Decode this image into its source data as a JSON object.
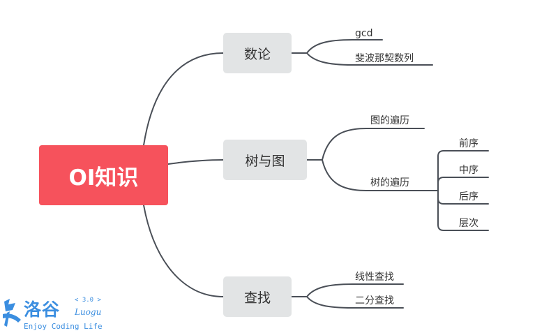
{
  "root": {
    "label": "OI知识"
  },
  "topics": [
    {
      "label": "数论",
      "children": [
        "gcd",
        "斐波那契数列"
      ]
    },
    {
      "label": "树与图",
      "children": [
        "图的遍历",
        "树的遍历"
      ],
      "grandchildren": [
        "前序",
        "中序",
        "后序",
        "层次"
      ]
    },
    {
      "label": "查找",
      "children": [
        "线性查找",
        "二分查找"
      ]
    }
  ],
  "watermark": {
    "name_cn": "洛谷",
    "version": "< 3.0 >",
    "name_en": "Luogu",
    "slogan": "Enjoy Coding Life"
  },
  "colors": {
    "root": "#f6525c",
    "topic": "#e2e4e5",
    "line": "#4a4f57",
    "logo": "#3b8ee0"
  }
}
